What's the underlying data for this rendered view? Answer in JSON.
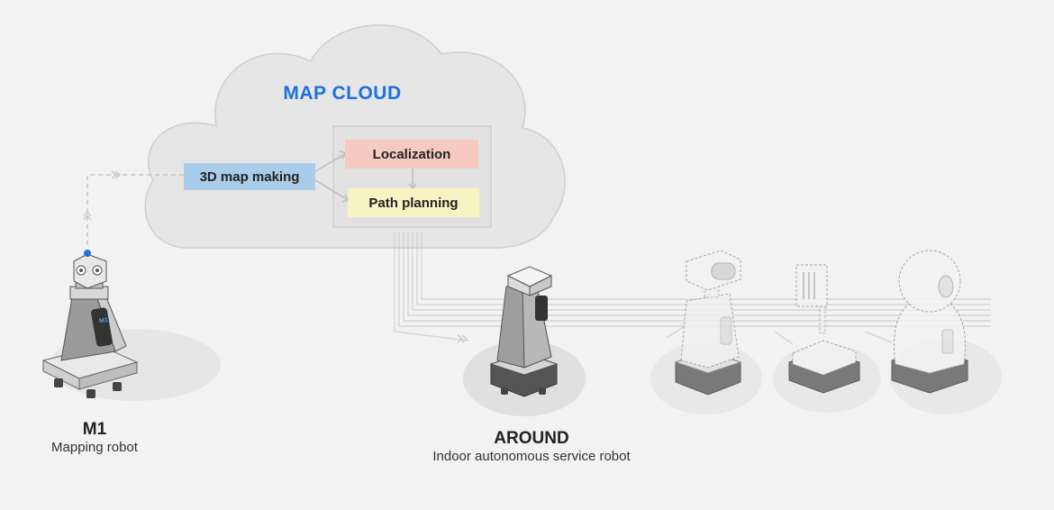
{
  "cloud": {
    "title": "MAP CLOUD",
    "boxes": {
      "map_making": "3D map making",
      "localization": "Localization",
      "path_planning": "Path planning"
    }
  },
  "robots": {
    "m1": {
      "name": "M1",
      "subtitle": "Mapping robot",
      "badge": "M1"
    },
    "around": {
      "name": "AROUND",
      "subtitle": "Indoor autonomous service robot"
    }
  },
  "colors": {
    "accent": "#1f6fe0",
    "map_box": "#a9cce8",
    "localization_box": "#f6c9c1",
    "path_box": "#f8f3c3",
    "m1_led": "#2a6fe0"
  }
}
